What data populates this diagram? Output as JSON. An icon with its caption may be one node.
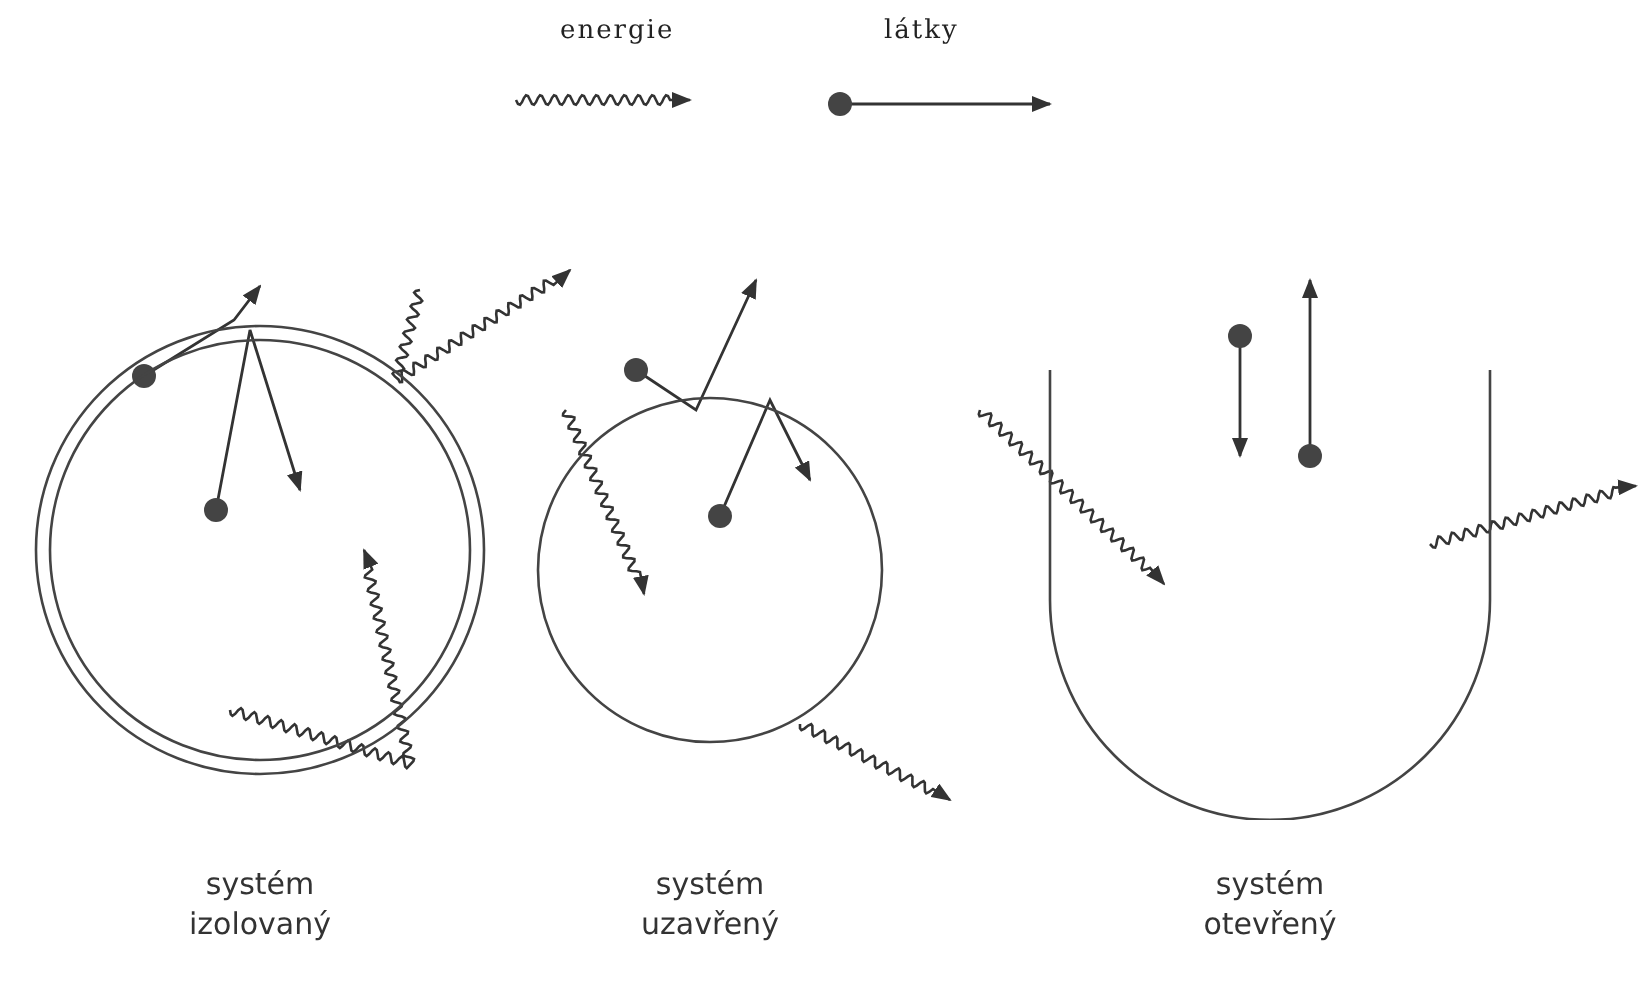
{
  "diagram": {
    "nodes": [
      {
        "text": [
          "systém izolovaný"
        ]
      },
      {
        "text": [
          "systém uzavřený"
        ]
      },
      {
        "text": [
          "systém otevřený"
        ]
      }
    ],
    "legend": [
      {
        "text": "energie"
      },
      {
        "text": "látky"
      }
    ]
  }
}
